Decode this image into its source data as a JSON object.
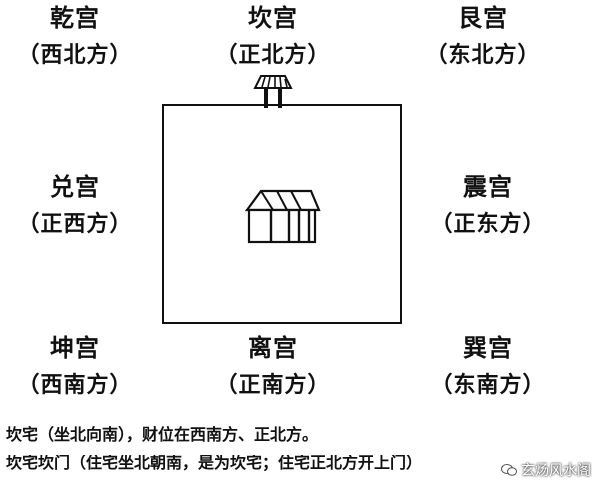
{
  "palaces": {
    "qian": {
      "name": "乾宫",
      "direction": "（西北方）"
    },
    "kan": {
      "name": "坎宫",
      "direction": "（正北方）"
    },
    "gen": {
      "name": "艮宫",
      "direction": "（东北方）"
    },
    "dui": {
      "name": "兑宫",
      "direction": "（正西方）"
    },
    "zhen": {
      "name": "震宫",
      "direction": "（正东方）"
    },
    "kun": {
      "name": "坤宫",
      "direction": "（西南方）"
    },
    "li": {
      "name": "离宫",
      "direction": "（正南方）"
    },
    "xun": {
      "name": "巽宫",
      "direction": "（东南方）"
    }
  },
  "notes": {
    "line1": "坎宅（坐北向南），财位在西南方、正北方。",
    "line2": "坎宅坎门（住宅坐北朝南，是为坎宅；住宅正北方开上门）"
  },
  "watermark": {
    "text": "玄炀风水阁",
    "icon": "wechat-icon"
  }
}
